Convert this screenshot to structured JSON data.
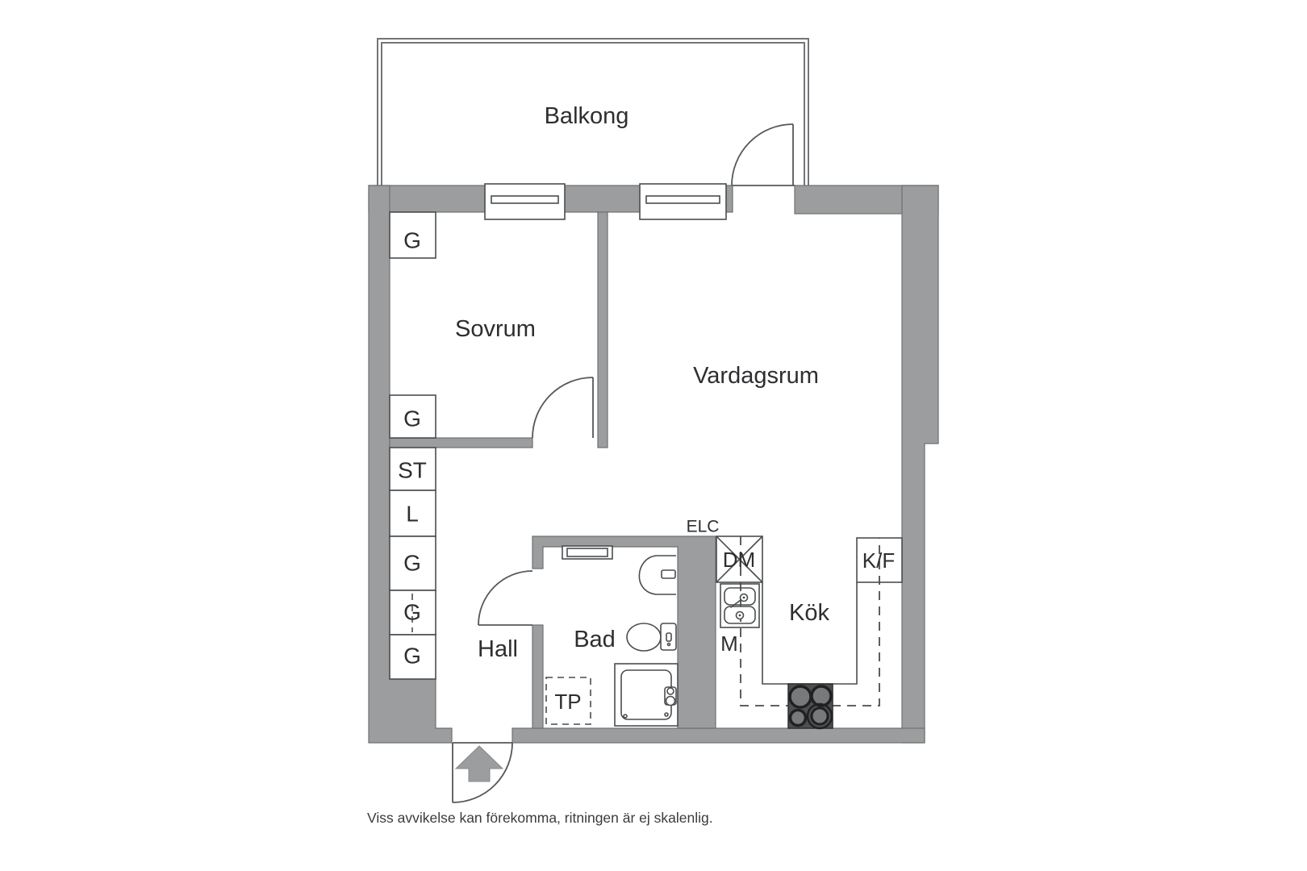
{
  "floorplan": {
    "rooms": {
      "balcony": "Balkong",
      "bedroom": "Sovrum",
      "living_room": "Vardagsrum",
      "hall": "Hall",
      "bathroom": "Bad",
      "kitchen": "Kök"
    },
    "storage": {
      "bedroom_wardrobe_top": "G",
      "bedroom_wardrobe_bottom": "G",
      "hall_column": [
        "ST",
        "L",
        "G",
        "G",
        "G"
      ]
    },
    "kitchen_units": {
      "electrical": "ELC",
      "dishwasher": "DM",
      "machine": "M",
      "fridge_freezer": "K/F"
    },
    "bathroom_units": {
      "tp_area": "TP"
    },
    "footer": {
      "disclaimer": "Viss avvikelse kan förekomma, ritningen är ej skalenlig."
    },
    "colors": {
      "wall": "#9b9d9f",
      "line": "#4a4c4e",
      "balcony_line": "#737577",
      "stove_body": "#4e4f51",
      "text": "#2d2e30",
      "background": "#ffffff"
    }
  }
}
